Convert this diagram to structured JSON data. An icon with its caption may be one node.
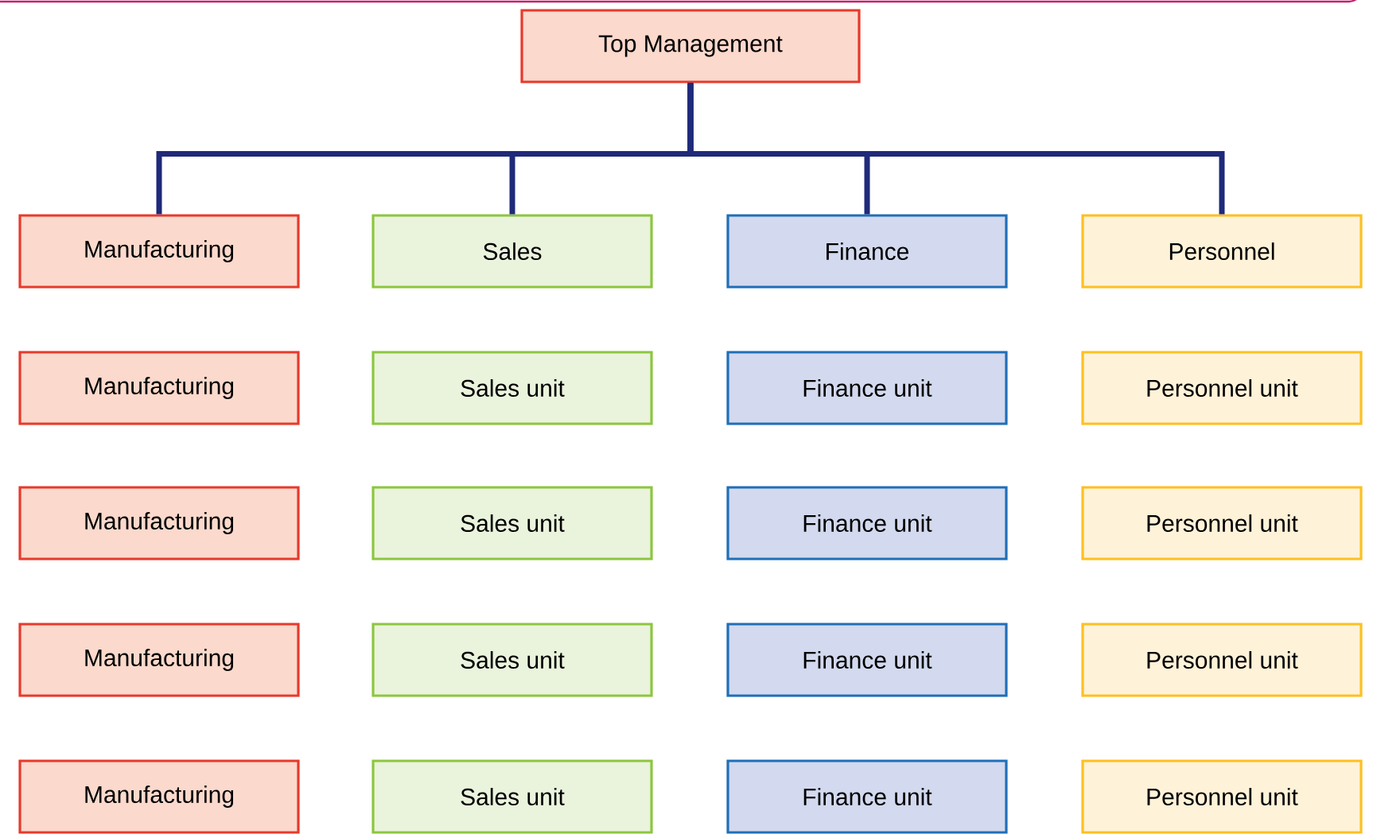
{
  "diagram": {
    "nodes": [
      {
        "text": [
          "Top Management"
        ]
      },
      {
        "text": [
          "Manufacturing"
        ]
      },
      {
        "text": [
          "Sales"
        ]
      },
      {
        "text": [
          "Finance"
        ]
      },
      {
        "text": [
          "Personnel"
        ]
      },
      {
        "text": [
          "Manufacturing"
        ]
      },
      {
        "text": [
          "Sales unit"
        ]
      },
      {
        "text": [
          "Finance unit"
        ]
      },
      {
        "text": [
          "Personnel unit"
        ]
      },
      {
        "text": [
          "Manufacturing"
        ]
      },
      {
        "text": [
          "Sales unit"
        ]
      },
      {
        "text": [
          "Finance unit"
        ]
      },
      {
        "text": [
          "Personnel unit"
        ]
      },
      {
        "text": [
          "Manufacturing"
        ]
      },
      {
        "text": [
          "Sales unit"
        ]
      },
      {
        "text": [
          "Finance unit"
        ]
      },
      {
        "text": [
          "Personnel unit"
        ]
      },
      {
        "text": [
          "Manufacturing"
        ]
      },
      {
        "text": [
          "Sales unit"
        ]
      },
      {
        "text": [
          "Finance unit"
        ]
      },
      {
        "text": [
          "Personnel unit"
        ]
      }
    ],
    "edges": [
      {
        "from": 0,
        "to": 1,
        "arrow": "none"
      },
      {
        "from": 0,
        "to": 2,
        "arrow": "none"
      },
      {
        "from": 0,
        "to": 3,
        "arrow": "none"
      },
      {
        "from": 0,
        "to": 4,
        "arrow": "none"
      }
    ]
  }
}
